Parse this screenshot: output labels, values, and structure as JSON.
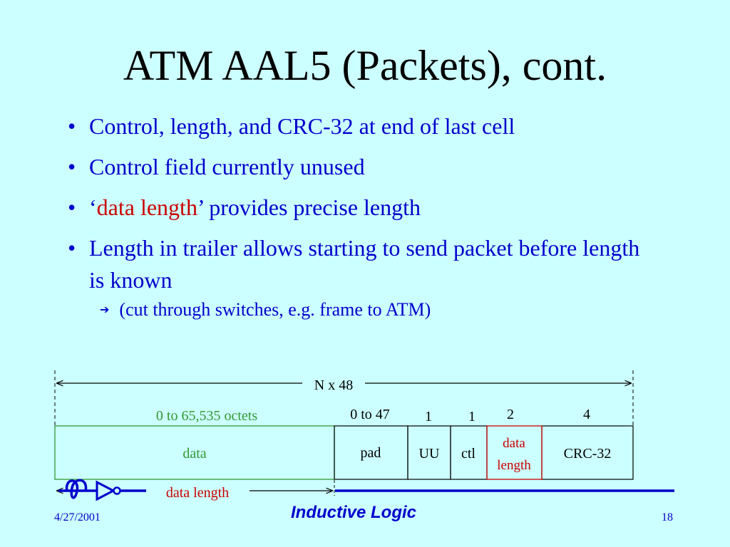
{
  "slide": {
    "title": "ATM AAL5 (Packets), cont.",
    "bullets": [
      {
        "text": "Control, length, and CRC-32 at end of last cell"
      },
      {
        "text": "Control field currently unused"
      },
      {
        "pre": "‘",
        "highlight": "data length",
        "post": "’ provides precise length"
      },
      {
        "text": "Length in trailer allows starting to send packet before length is known"
      }
    ],
    "sub_bullet": "(cut through switches, e.g. frame to ATM)"
  },
  "diagram": {
    "total_label": "N x 48",
    "field_sizes": {
      "data": "0 to 65,535 octets",
      "pad": "0 to 47",
      "uu": "1",
      "ctl": "1",
      "length": "2",
      "crc": "4"
    },
    "fields": {
      "data": "data",
      "pad": "pad",
      "uu": "UU",
      "ctl": "ctl",
      "length_line1": "data",
      "length_line2": "length",
      "crc": "CRC-32"
    },
    "data_length_label": "data length"
  },
  "footer": {
    "date": "4/27/2001",
    "brand": "Inductive Logic",
    "page": "18"
  },
  "colors": {
    "background": "#ccffff",
    "text_blue": "#0000cc",
    "highlight_red": "#cc0000",
    "data_green": "#339933"
  }
}
